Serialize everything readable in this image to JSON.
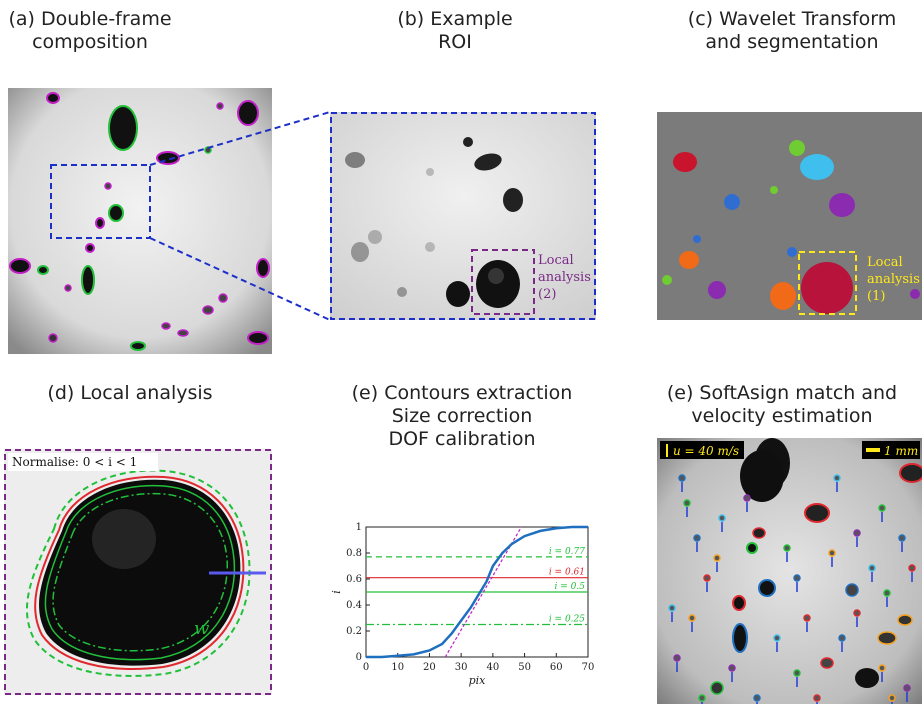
{
  "captions": {
    "a": "(a) Double-frame\ncomposition",
    "b": "(b) Example\nROI",
    "c": "(c) Wavelet Transform\nand segmentation",
    "d": "(d) Local analysis",
    "e1": "(e) Contours extraction\nSize correction\nDOF calibration",
    "e2": "(e) SoftAsign match and\nvelocity estimation"
  },
  "panel_b": {
    "local_label_1": "Local",
    "local_label_2": "analysis",
    "local_label_3": "(2)"
  },
  "panel_c": {
    "local_label_1": "Local",
    "local_label_2": "analysis",
    "local_label_3": "(1)"
  },
  "panel_d": {
    "normalise": "Normalise: 0 < i < 1",
    "w_label": "w"
  },
  "panel_f": {
    "velocity_scale": "u = 40 m/s",
    "length_scale": "1 mm"
  },
  "colors": {
    "blue_box": "#1c2fc8",
    "purple_box": "#7a2a86",
    "yellow_box": "#ffe81a",
    "red": "#e0282e",
    "green": "#22c03a",
    "blue_line": "#1f6fc0",
    "magenta": "#c21fc8"
  },
  "chart_data": {
    "type": "line",
    "xlabel": "pix",
    "ylabel": "i",
    "xlim": [
      0,
      70
    ],
    "ylim": [
      0,
      1
    ],
    "xticks": [
      0,
      10,
      20,
      30,
      40,
      50,
      60,
      70
    ],
    "yticks": [
      0,
      0.2,
      0.4,
      0.6,
      0.8,
      1
    ],
    "series": [
      {
        "x": [
          0,
          5,
          10,
          15,
          20,
          24,
          27,
          30,
          33,
          36,
          38,
          40,
          43,
          46,
          50,
          55,
          60,
          65,
          70
        ],
        "values": [
          0,
          0,
          0.01,
          0.02,
          0.05,
          0.1,
          0.18,
          0.28,
          0.38,
          0.5,
          0.58,
          0.7,
          0.8,
          0.87,
          0.93,
          0.97,
          0.99,
          1.0,
          1.0
        ]
      }
    ],
    "tangent": {
      "x": [
        25,
        49
      ],
      "values": [
        0,
        1
      ]
    },
    "hlines": [
      {
        "y": 0.77,
        "label": "i = 0.77",
        "color": "#22c03a",
        "style": "dashed"
      },
      {
        "y": 0.61,
        "label": "i = 0.61",
        "color": "#e0282e",
        "style": "solid"
      },
      {
        "y": 0.5,
        "label": "i = 0.5",
        "color": "#22c03a",
        "style": "solid"
      },
      {
        "y": 0.25,
        "label": "i = 0.25",
        "color": "#22c03a",
        "style": "dashdot"
      }
    ]
  }
}
